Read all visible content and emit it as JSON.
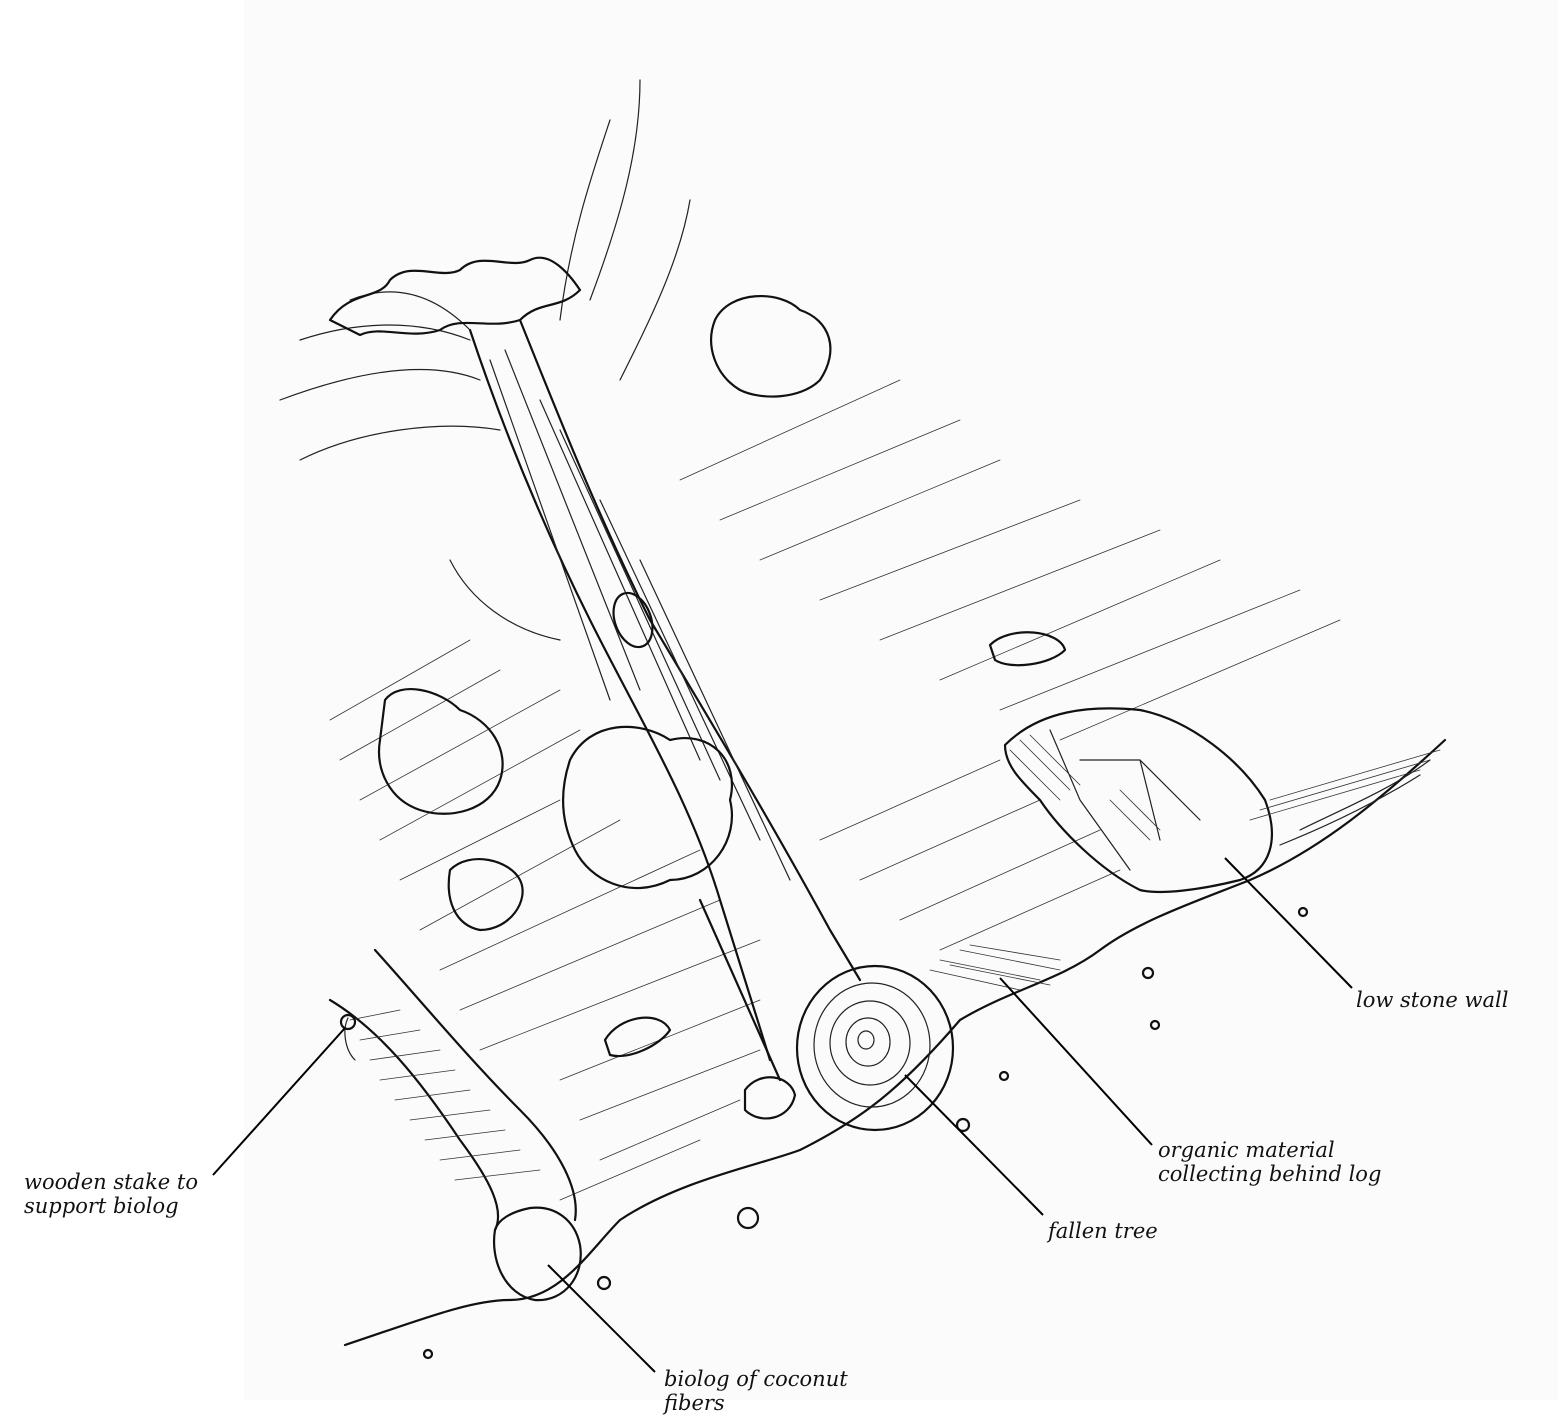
{
  "labels": {
    "wooden_stake": "wooden stake to\nsupport biolog",
    "biolog": "biolog of coconut\nfibers",
    "fallen_tree": "fallen tree",
    "organic_material": "organic material\ncollecting behind log",
    "stone_wall": "low stone wall"
  }
}
